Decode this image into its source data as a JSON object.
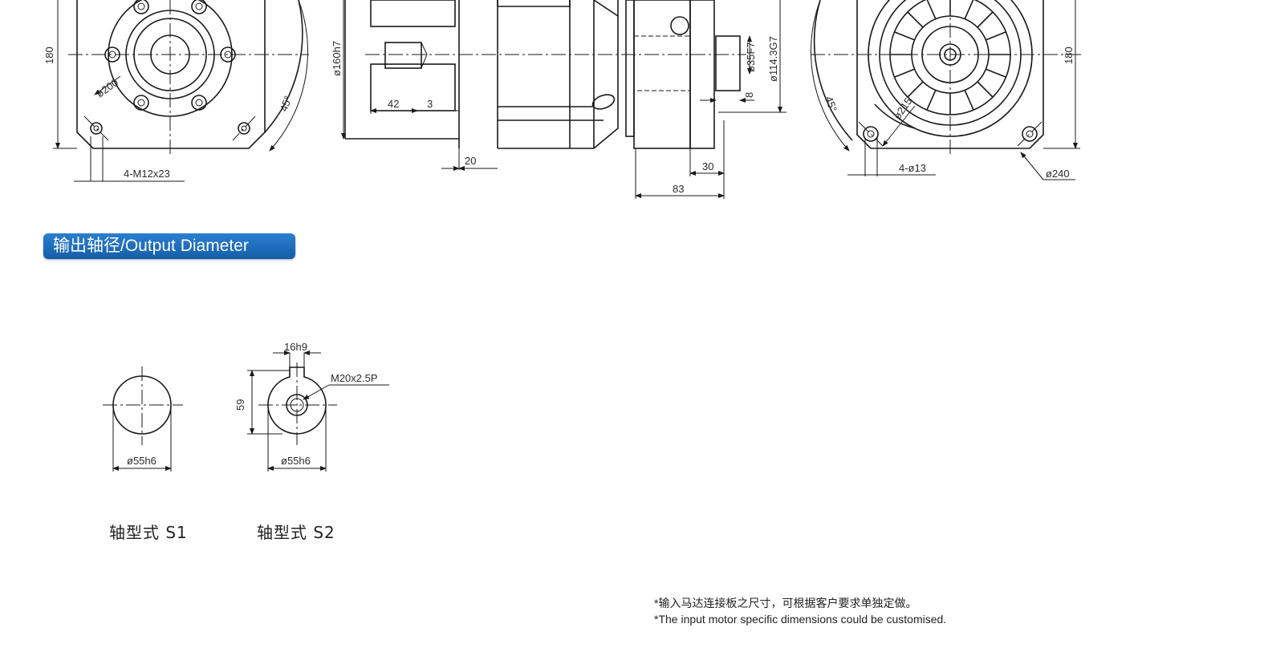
{
  "section_title": "输出轴径/Output Diameter",
  "front_view": {
    "height_label": "180",
    "pcd_label": "ø200",
    "angle_label": "45°",
    "bolt_label": "4-M12x23"
  },
  "side_view": {
    "pilot_label": "ø160h7",
    "shaft_label": "ø35F7",
    "bore_label": "ø114.3G7",
    "dim_42": "42",
    "dim_3": "3",
    "dim_20": "20",
    "dim_8": "8",
    "dim_30": "30",
    "dim_83": "83"
  },
  "rear_view": {
    "height_label": "180",
    "angle_label": "45°",
    "pcd_label": "ø215",
    "hole_label": "4-ø13",
    "dia_label": "ø240"
  },
  "shaft_s1": {
    "dia_label": "ø55h6",
    "caption": "轴型式 S1"
  },
  "shaft_s2": {
    "key_label": "16h9",
    "thread_label": "M20x2.5P",
    "height_label": "59",
    "dia_label": "ø55h6",
    "caption": "轴型式 S2"
  },
  "notes": {
    "zh": "*输入马达连接板之尺寸，可根据客户要求单独定做。",
    "en": "*The input motor specific dimensions could be customised."
  }
}
